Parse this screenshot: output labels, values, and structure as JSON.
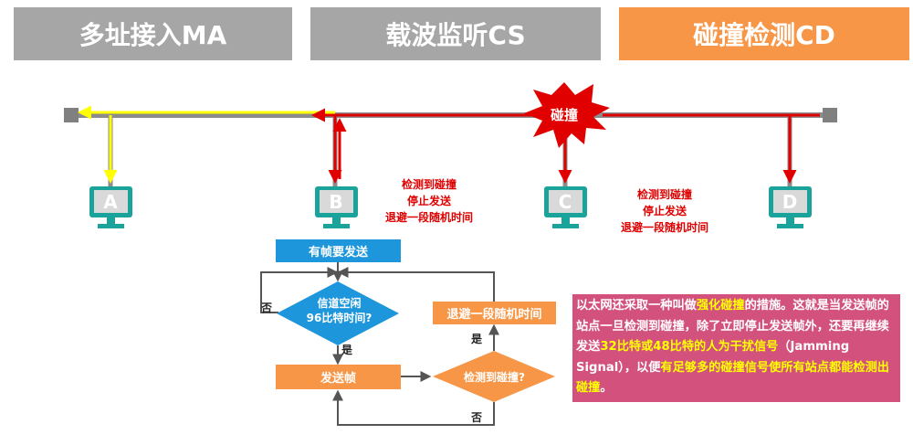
{
  "tabs": {
    "ma": "多址接入MA",
    "cs": "载波监听CS",
    "cd": "碰撞检测CD"
  },
  "collision_label": "碰撞",
  "stations": [
    "A",
    "B",
    "C",
    "D"
  ],
  "notes": {
    "b": [
      "检测到碰撞",
      "停止发送",
      "退避一段随机时间"
    ],
    "c": [
      "检测到碰撞",
      "停止发送",
      "退避一段随机时间"
    ]
  },
  "flowchart": {
    "start": "有帧要发送",
    "check_line1": "信道空闲",
    "check_line2": "96比特时间?",
    "send": "发送帧",
    "detect": "检测到碰撞?",
    "backoff": "退避一段随机时间",
    "no": "否",
    "yes": "是"
  },
  "info": {
    "p1": "以太网还采取一种叫做",
    "h1": "强化碰撞",
    "p2": "的措施。这就是当发送帧的站点一旦检测到碰撞，除了立即停止发送帧外，还要再继续发送",
    "h2": "32比特或48比特的人为干扰信号",
    "p3": "（Jamming Signal），以便",
    "h3": "有足够多的碰撞信号使所有站点都能检测出碰撞",
    "p4": "。"
  },
  "colors": {
    "tab_gray": "#a6a6a6",
    "tab_orange": "#f79646",
    "bus": "#8c8c8c",
    "signal_yellow": "#ffff00",
    "signal_red": "#e00000",
    "station": "#1aa39a",
    "flow_blue": "#1e96dc",
    "flow_orange": "#f79646",
    "info_bg": "#d3517d"
  }
}
